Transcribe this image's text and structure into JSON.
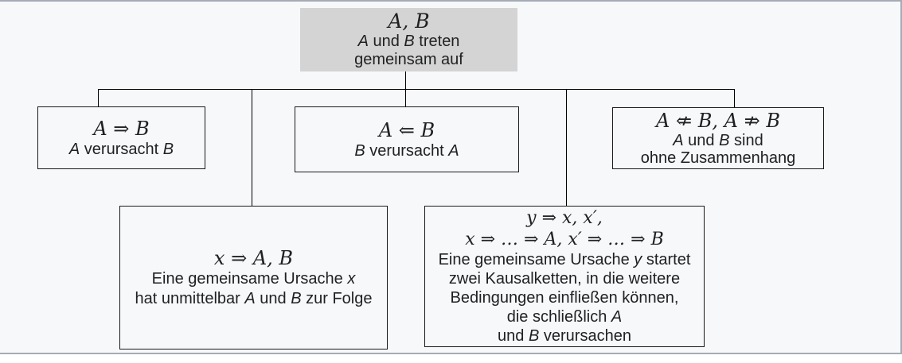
{
  "frame": {
    "background": "#f7f8fa",
    "border_color": "#a6acb4",
    "line_color": "#000000"
  },
  "nodes": {
    "root": {
      "fill": "#d4d4d4",
      "math": "A, B",
      "lines": [
        "A und B treten",
        "gemeinsam auf"
      ]
    },
    "a_causes_b": {
      "math": "A ⇒ B",
      "lines": [
        "A verursacht B"
      ]
    },
    "b_causes_a": {
      "math": "A ⇐ B",
      "lines": [
        "B verursacht A"
      ]
    },
    "no_connection": {
      "math": "A ⇍ B, A ⇏ B",
      "lines": [
        "A und B sind",
        "ohne Zusammenhang"
      ]
    },
    "common_cause": {
      "math": "x ⇒ A, B",
      "lines": [
        "Eine gemeinsame Ursache x",
        "hat unmittelbar A und B zur Folge"
      ]
    },
    "causal_chains": {
      "math": "y ⇒ x, x′,",
      "math2": "x ⇒ … ⇒ A, x′ ⇒ … ⇒ B",
      "lines": [
        "Eine gemeinsame Ursache y startet",
        "zwei Kausalketten, in die weitere",
        "Bedingungen einfließen können,",
        "die schließlich A",
        "und B verursachen"
      ]
    }
  }
}
